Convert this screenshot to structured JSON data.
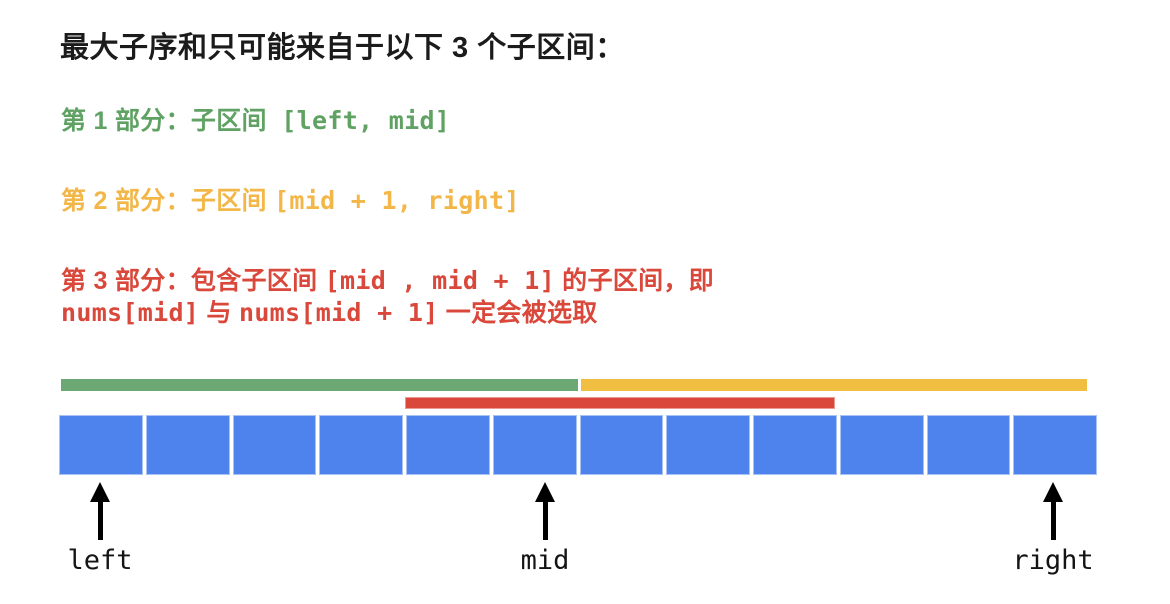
{
  "title": {
    "text": "最大子序和只可能来自于以下 3 个子区间：",
    "color": "#1b1b1b"
  },
  "explanations": [
    {
      "id": "part-1",
      "color": "#5fa263",
      "segments": [
        {
          "text": "第 1 部分：子区间  ",
          "mono": false
        },
        {
          "text": "[left, mid]",
          "mono": true
        }
      ]
    },
    {
      "id": "part-2",
      "color": "#f2b748",
      "segments": [
        {
          "text": "第 2 部分：子区间 ",
          "mono": false
        },
        {
          "text": "[mid + 1, right]",
          "mono": true
        }
      ]
    },
    {
      "id": "part-3-line-1",
      "color": "#d9483b",
      "segments": [
        {
          "text": "第 3 部分：包含子区间 ",
          "mono": false
        },
        {
          "text": "[mid , mid + 1]",
          "mono": true
        },
        {
          "text": " 的子区间，即",
          "mono": false
        }
      ]
    },
    {
      "id": "part-3-line-2",
      "color": "#d9483b",
      "segments": [
        {
          "text": "nums[mid]",
          "mono": true
        },
        {
          "text": " 与 ",
          "mono": false
        },
        {
          "text": "nums[mid + 1]",
          "mono": true
        },
        {
          "text": " 一定会被选取",
          "mono": false
        }
      ]
    }
  ],
  "diagram": {
    "interval_bars": [
      {
        "id": "left-to-mid-bar",
        "color": "#6ba873"
      },
      {
        "id": "mid-plus-1-to-right-bar",
        "color": "#f0be41"
      },
      {
        "id": "crossing-mid-bar",
        "color": "#d9483b"
      }
    ],
    "array": {
      "cell_count": 12,
      "cell_color": "#4e82ec",
      "cell_border_color": "#a9c3f3"
    },
    "pointers": [
      {
        "label": "left"
      },
      {
        "label": "mid"
      },
      {
        "label": "right"
      }
    ],
    "arrow_color": "#000000",
    "pointer_label_color": "#141414"
  }
}
